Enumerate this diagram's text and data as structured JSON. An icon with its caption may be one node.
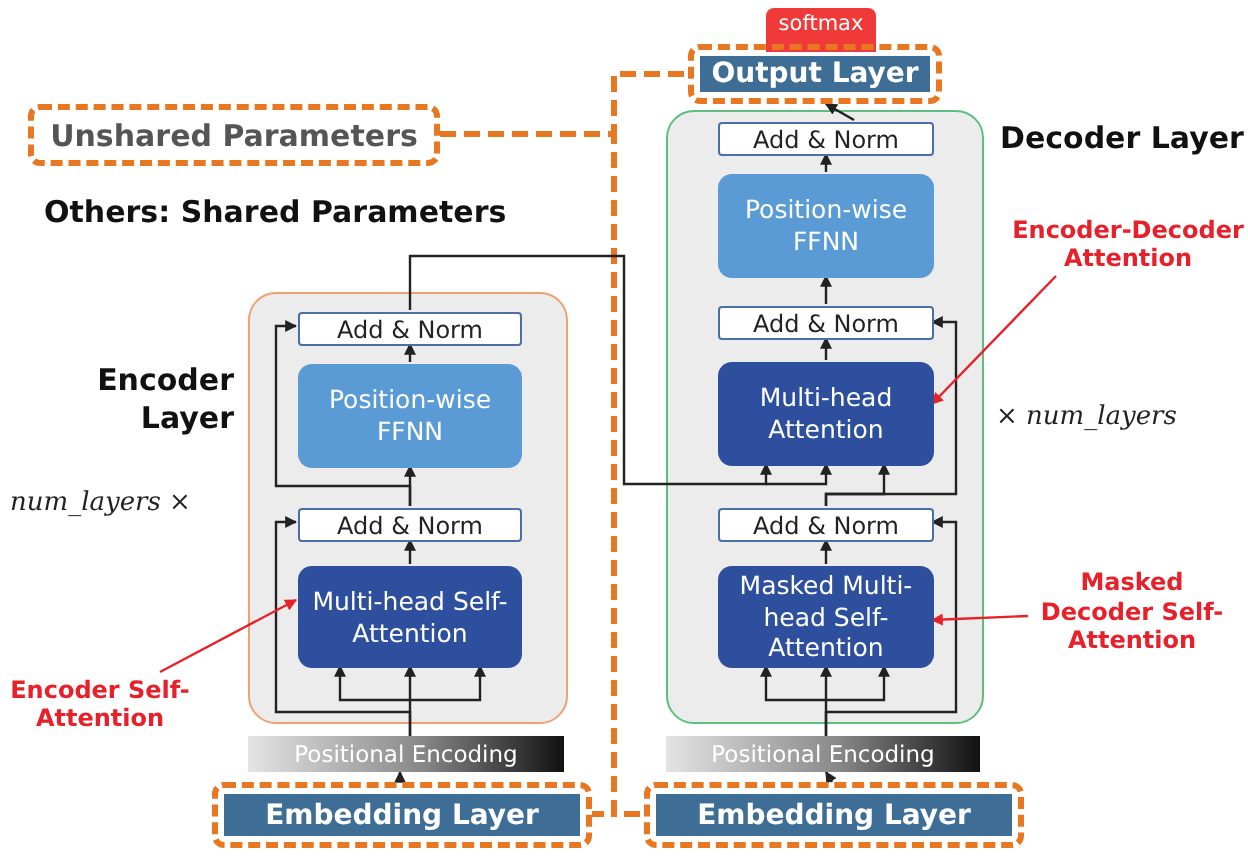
{
  "diagram": {
    "nodes": [
      {
        "text": [
          "Unshared Parameters"
        ]
      },
      {
        "text": [
          "Encoder Layer"
        ],
        "beside": [
          "num_layers ×"
        ]
      },
      {
        "text": [
          "Add & Norm"
        ],
        "in": 1
      },
      {
        "text": [
          "Position-wise FFNN"
        ],
        "in": 1
      },
      {
        "text": [
          "Add & Norm"
        ],
        "in": 1
      },
      {
        "text": [
          "Multi-head Self-Attention"
        ],
        "in": 1
      },
      {
        "text": [
          "Positional Encoding"
        ]
      },
      {
        "text": [
          "Embedding Layer"
        ]
      },
      {
        "text": [
          "softmax"
        ]
      },
      {
        "text": [
          "Output Layer"
        ]
      },
      {
        "text": [
          "Decoder Layer"
        ],
        "beside": [
          "× num_layers"
        ]
      },
      {
        "text": [
          "Add & Norm"
        ],
        "in": 10
      },
      {
        "text": [
          "Position-wise FFNN"
        ],
        "in": 10
      },
      {
        "text": [
          "Add & Norm"
        ],
        "in": 10
      },
      {
        "text": [
          "Multi-head Attention"
        ],
        "in": 10
      },
      {
        "text": [
          "Add & Norm"
        ],
        "in": 10
      },
      {
        "text": [
          "Masked Multi-head Self-Attention"
        ],
        "in": 10
      },
      {
        "text": [
          "Positional Encoding"
        ]
      },
      {
        "text": [
          "Embedding Layer"
        ]
      },
      {
        "text": [
          "Encoder Self-Attention"
        ]
      },
      {
        "text": [
          "Encoder-Decoder Attention"
        ]
      },
      {
        "text": [
          "Masked Decoder Self-Attention"
        ]
      }
    ],
    "edges": [
      {
        "from": 0,
        "to": 9,
        "arrow": "none",
        "style": "dashed",
        "color": "#e87722"
      },
      {
        "from": 0,
        "to": 7,
        "arrow": "none",
        "style": "dashed",
        "color": "#e87722"
      },
      {
        "from": 0,
        "to": 18,
        "arrow": "none",
        "style": "dashed",
        "color": "#e87722"
      },
      {
        "from": 7,
        "to": 6,
        "arrow": "to"
      },
      {
        "from": 6,
        "to": 5,
        "arrow": "to"
      },
      {
        "from": 6,
        "to": 4,
        "arrow": "to"
      },
      {
        "from": 5,
        "to": 4,
        "arrow": "to"
      },
      {
        "from": 4,
        "to": 3,
        "arrow": "to"
      },
      {
        "from": 4,
        "to": 2,
        "arrow": "to"
      },
      {
        "from": 3,
        "to": 2,
        "arrow": "to"
      },
      {
        "from": 2,
        "to": 14,
        "arrow": "to"
      },
      {
        "from": 15,
        "to": 14,
        "arrow": "to"
      },
      {
        "from": 15,
        "to": 13,
        "arrow": "to"
      },
      {
        "from": 18,
        "to": 17,
        "arrow": "to"
      },
      {
        "from": 17,
        "to": 16,
        "arrow": "to"
      },
      {
        "from": 17,
        "to": 15,
        "arrow": "to"
      },
      {
        "from": 16,
        "to": 15,
        "arrow": "to"
      },
      {
        "from": 14,
        "to": 13,
        "arrow": "to"
      },
      {
        "from": 13,
        "to": 12,
        "arrow": "to"
      },
      {
        "from": 12,
        "to": 11,
        "arrow": "to"
      },
      {
        "from": 11,
        "to": 9,
        "arrow": "to"
      },
      {
        "from": 19,
        "to": 5,
        "arrow": "to",
        "color": "#e8202a"
      },
      {
        "from": 20,
        "to": 14,
        "arrow": "to",
        "color": "#e8202a"
      },
      {
        "from": 21,
        "to": 16,
        "arrow": "to",
        "color": "#e8202a"
      }
    ],
    "labels": [
      "Others: Shared Parameters"
    ]
  }
}
